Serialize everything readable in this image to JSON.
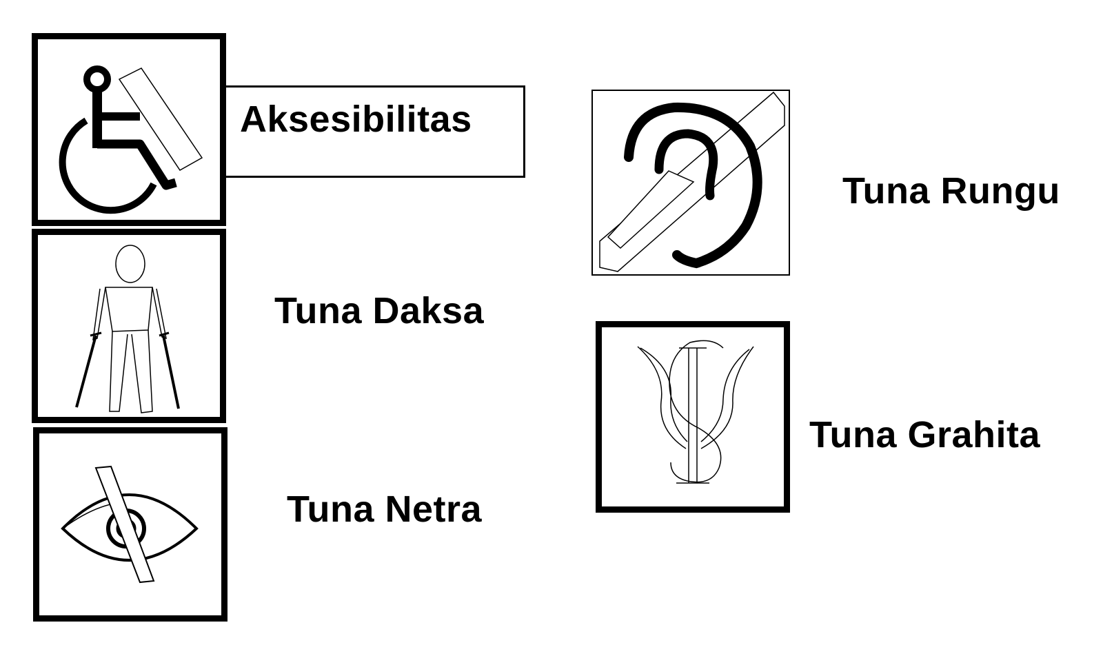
{
  "signs": {
    "wheelchair": {
      "icon": "wheelchair-icon",
      "label": "Aksesibilitas"
    },
    "daksa": {
      "icon": "crutches-person-icon",
      "label": "Tuna Daksa"
    },
    "netra": {
      "icon": "crossed-eye-icon",
      "label": "Tuna Netra"
    },
    "rungu": {
      "icon": "crossed-ear-icon",
      "label": "Tuna Rungu"
    },
    "grahita": {
      "icon": "psi-flower-icon",
      "label": "Tuna Grahita"
    }
  },
  "colors": {
    "stroke": "#000000",
    "background": "#ffffff"
  }
}
